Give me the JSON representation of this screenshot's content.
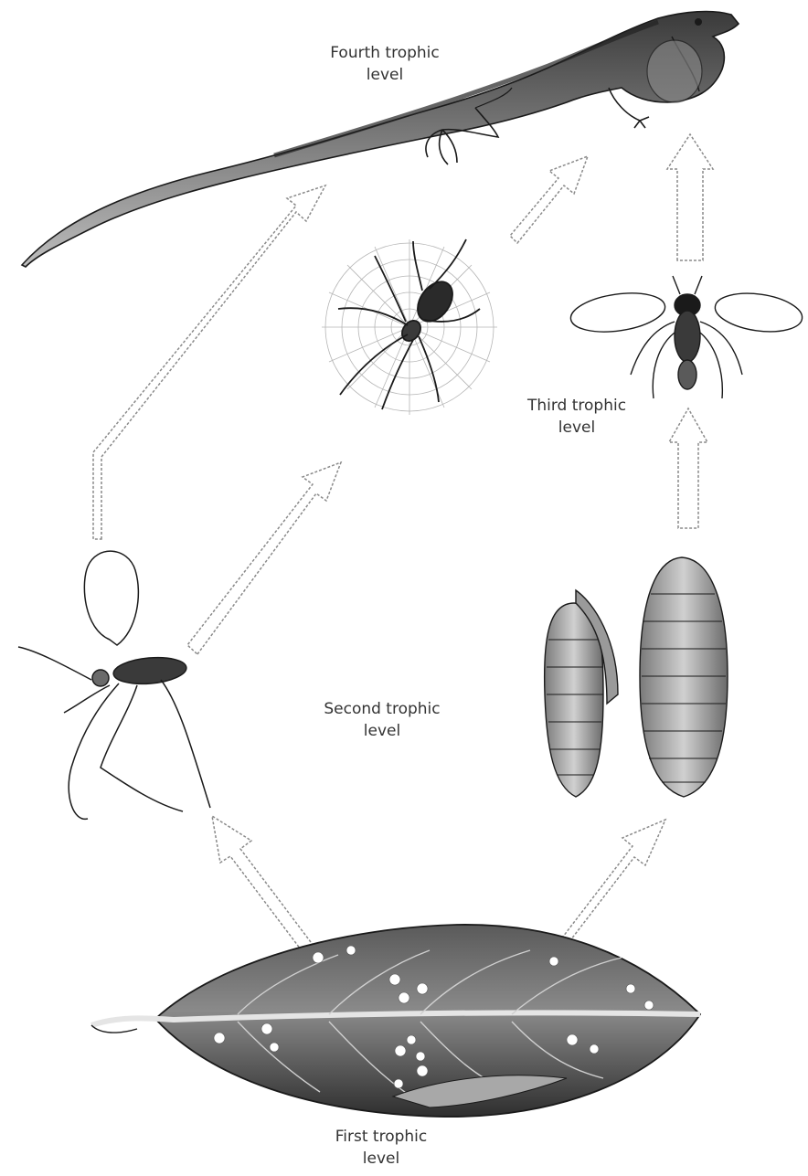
{
  "diagram": {
    "type": "food-web",
    "colors": {
      "ink": "#1a1a1a",
      "leaf_dark": "#3d3d3d",
      "leaf_mid": "#6a6a6a",
      "arrow_outline": "#8a8a8a",
      "label": "#333333"
    },
    "labels": {
      "fourth_line1": "Fourth trophic",
      "fourth_line2": "level",
      "third_line1": "Third trophic",
      "third_line2": "level",
      "second_line1": "Second trophic",
      "second_line2": "level",
      "first_line1": "First trophic",
      "first_line2": "level"
    },
    "organisms": [
      "leaf",
      "aphid-like insect",
      "larvae",
      "spider",
      "parasitoid wasp",
      "lizard"
    ],
    "arrows": [
      {
        "from": "leaf",
        "to": "aphid-like insect"
      },
      {
        "from": "leaf",
        "to": "larvae"
      },
      {
        "from": "aphid-like insect",
        "to": "spider"
      },
      {
        "from": "aphid-like insect",
        "to": "lizard"
      },
      {
        "from": "larvae",
        "to": "parasitoid wasp"
      },
      {
        "from": "spider",
        "to": "lizard"
      },
      {
        "from": "parasitoid wasp",
        "to": "lizard"
      }
    ]
  }
}
